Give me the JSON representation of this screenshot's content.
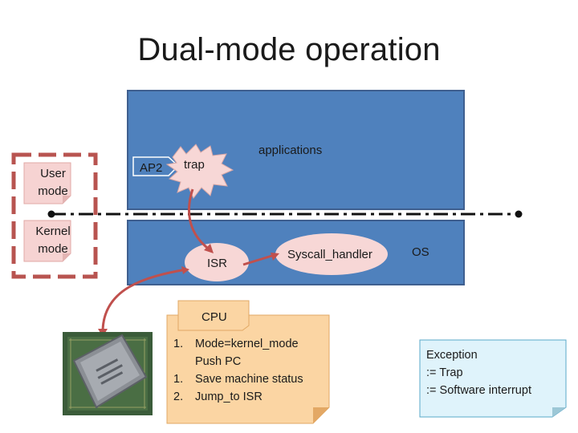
{
  "title": "Dual-mode operation",
  "modes": {
    "user": "User\nmode",
    "kernel": "Kernel\nmode"
  },
  "diagram": {
    "applications_label": "applications",
    "ap2_label": "AP2",
    "trap_label": "trap",
    "isr_label": "ISR",
    "syscall_label": "Syscall_handler",
    "os_label": "OS"
  },
  "cpu_note": {
    "heading": "CPU",
    "steps": [
      {
        "marker": "1.",
        "text": "Mode=kernel_mode"
      },
      {
        "marker": "",
        "text": "Push PC"
      },
      {
        "marker": "1.",
        "text": "Save machine status"
      },
      {
        "marker": "2.",
        "text": "Jump_to ISR"
      }
    ]
  },
  "exception_note": {
    "lines": [
      "Exception",
      ":= Trap",
      ":= Software interrupt"
    ]
  },
  "colors": {
    "os_blue": "#4f81bd",
    "dashed_red": "#b85450",
    "arrow_red": "#c0504d",
    "note_orange": "#fbd5a3",
    "note_cyan": "#dff3fb"
  }
}
